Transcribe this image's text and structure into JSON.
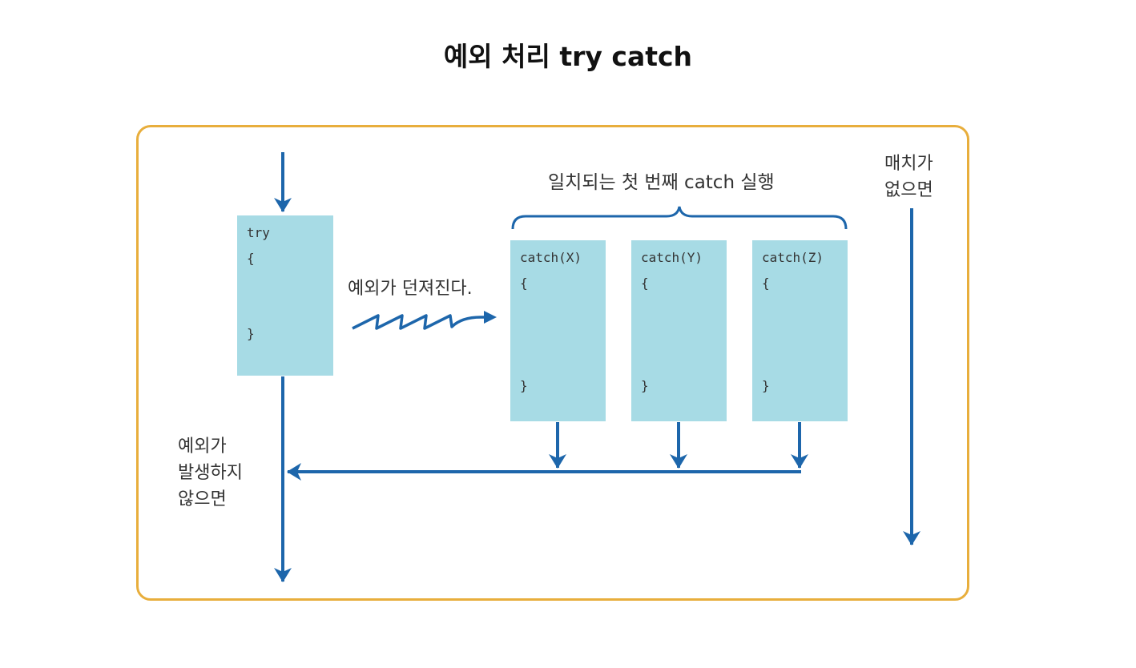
{
  "title": "예외 처리 try catch",
  "colors": {
    "frame": "#e8ae3c",
    "box_fill": "#a7dbe5",
    "arrow": "#1d66ab"
  },
  "try_block": {
    "keyword": "try",
    "open": "{",
    "close": "}"
  },
  "catch_blocks": [
    {
      "header": "catch(X)",
      "open": "{",
      "close": "}"
    },
    {
      "header": "catch(Y)",
      "open": "{",
      "close": "}"
    },
    {
      "header": "catch(Z)",
      "open": "{",
      "close": "}"
    }
  ],
  "labels": {
    "first_match": "일치되는 첫 번째 catch 실행",
    "thrown": "예외가 던져진다.",
    "no_exception": [
      "예외가",
      "발생하지",
      "않으면"
    ],
    "no_match": [
      "매치가",
      "없으면"
    ]
  }
}
